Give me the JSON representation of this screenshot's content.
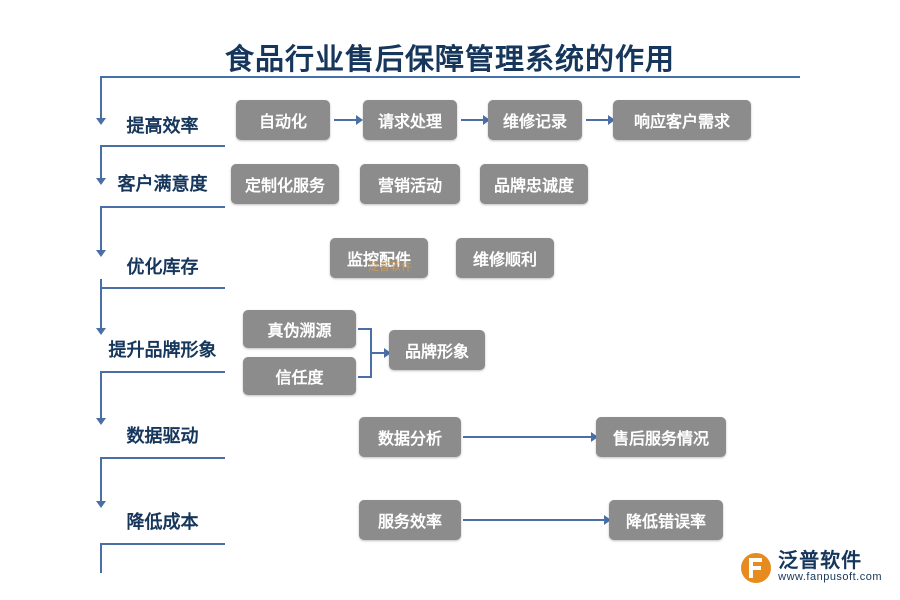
{
  "title": "食品行业售后保障管理系统的作用",
  "colors": {
    "title_color": "#16365c",
    "line_color": "#4a6fa5",
    "node_fill": "#8c8c8c",
    "node_text": "#ffffff",
    "logo_accent": "#e78b1f"
  },
  "rows": [
    {
      "label": "提高效率",
      "nodes": [
        "自动化",
        "请求处理",
        "维修记录",
        "响应客户需求"
      ]
    },
    {
      "label": "客户满意度",
      "nodes": [
        "定制化服务",
        "营销活动",
        "品牌忠诚度"
      ]
    },
    {
      "label": "优化库存",
      "nodes": [
        "监控配件",
        "维修顺利"
      ]
    },
    {
      "label": "提升品牌形象",
      "nodes": [
        "真伪溯源",
        "信任度",
        "品牌形象"
      ]
    },
    {
      "label": "数据驱动",
      "nodes": [
        "数据分析",
        "售后服务情况"
      ]
    },
    {
      "label": "降低成本",
      "nodes": [
        "服务效率",
        "降低错误率"
      ]
    }
  ],
  "watermark": {
    "center_text": "泛普软件"
  },
  "logo": {
    "name": "泛普软件",
    "url": "www.fanpusoft.com"
  }
}
